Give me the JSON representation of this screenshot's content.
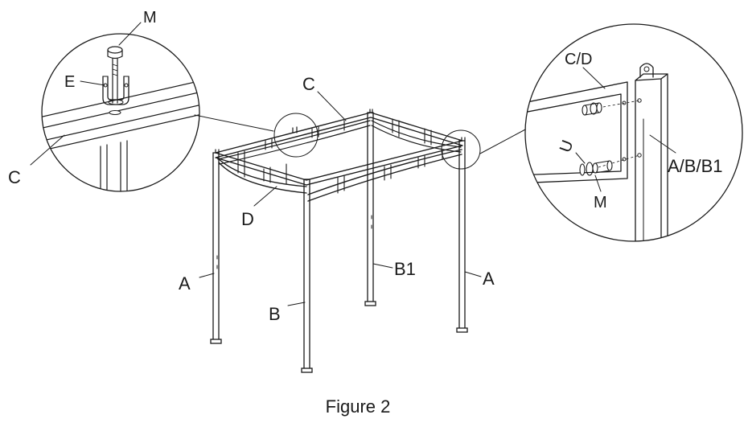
{
  "figure": {
    "caption": "Figure 2",
    "labels": {
      "left_detail_bolt": "M",
      "left_detail_bracket": "E",
      "left_detail_beam": "C",
      "top_beam": "C",
      "arched_beam": "D",
      "front_left_post": "A",
      "front_right_post": "B",
      "rear_right_post": "B1",
      "rear_far_post": "A",
      "right_detail_beam": "C/D",
      "right_detail_washer": "U",
      "right_detail_bolt": "M",
      "right_detail_post": "A/B/B1"
    }
  }
}
